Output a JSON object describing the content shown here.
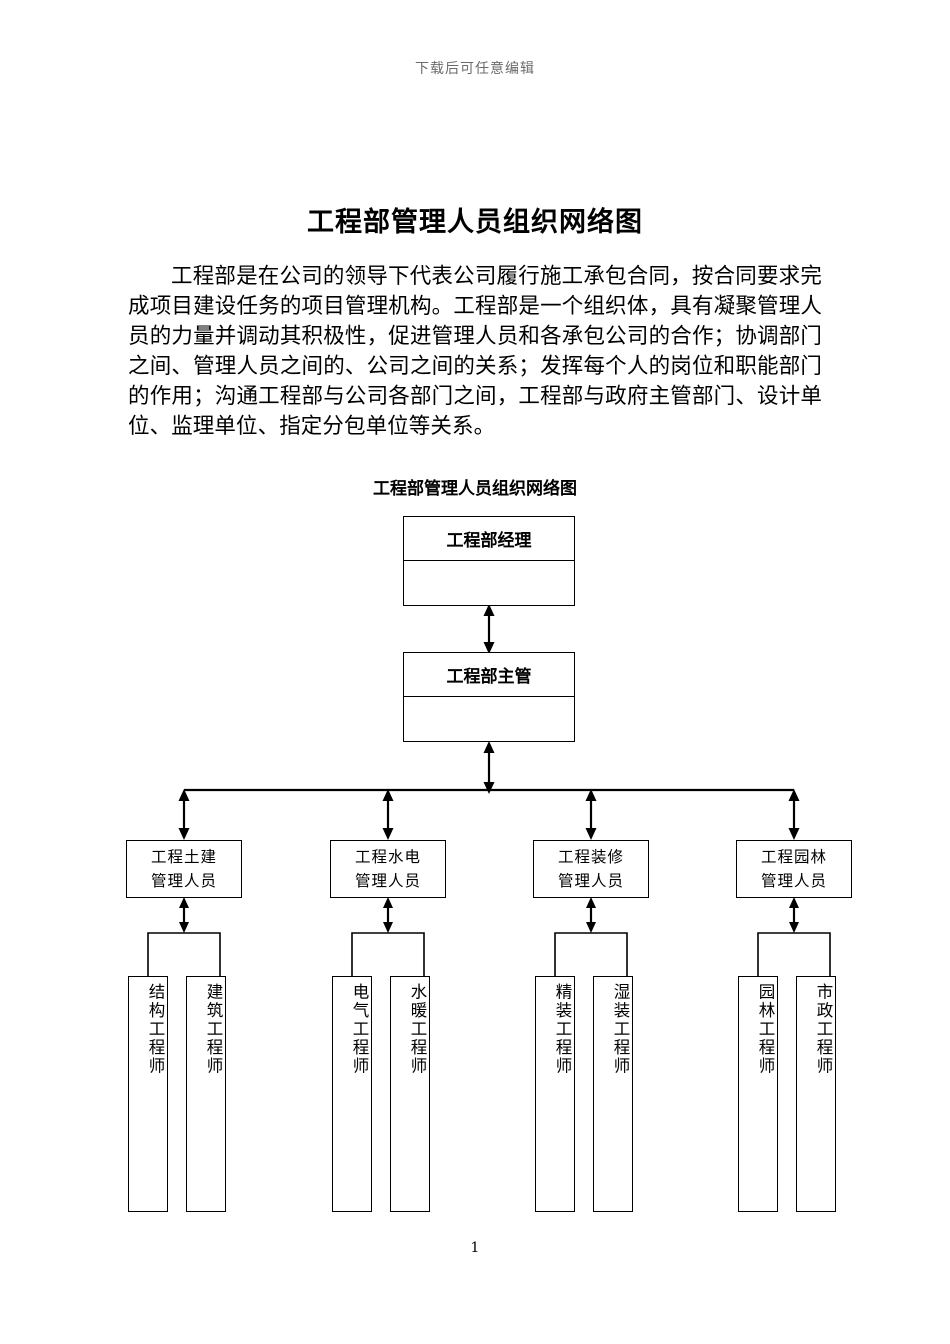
{
  "header": {
    "note": "下载后可任意编辑"
  },
  "title": "工程部管理人员组织网络图",
  "paragraph": "工程部是在公司的领导下代表公司履行施工承包合同，按合同要求完成项目建设任务的项目管理机构。工程部是一个组织体，具有凝聚管理人员的力量并调动其积极性，促进管理人员和各承包公司的合作；协调部门之间、管理人员之间的、公司之间的关系；发挥每个人的岗位和职能部门的作用；沟通工程部与公司各部门之间，工程部与政府主管部门、设计单位、监理单位、指定分包单位等关系。",
  "chart_caption": "工程部管理人员组织网络图",
  "chart": {
    "manager": "工程部经理",
    "supervisor": "工程部主管",
    "departments": [
      {
        "line1": "工程土建",
        "line2": "管理人员"
      },
      {
        "line1": "工程水电",
        "line2": "管理人员"
      },
      {
        "line1": "工程装修",
        "line2": "管理人员"
      },
      {
        "line1": "工程园林",
        "line2": "管理人员"
      }
    ],
    "engineers": [
      "结构工程师",
      "建筑工程师",
      "电气工程师",
      "水暖工程师",
      "精装工程师",
      "湿装工程师",
      "园林工程师",
      "市政工程师"
    ]
  },
  "footer": {
    "page_number": "1"
  },
  "colors": {
    "ink": "#000000",
    "header_note": "#6b6b6b",
    "page_bg": "#ffffff"
  }
}
